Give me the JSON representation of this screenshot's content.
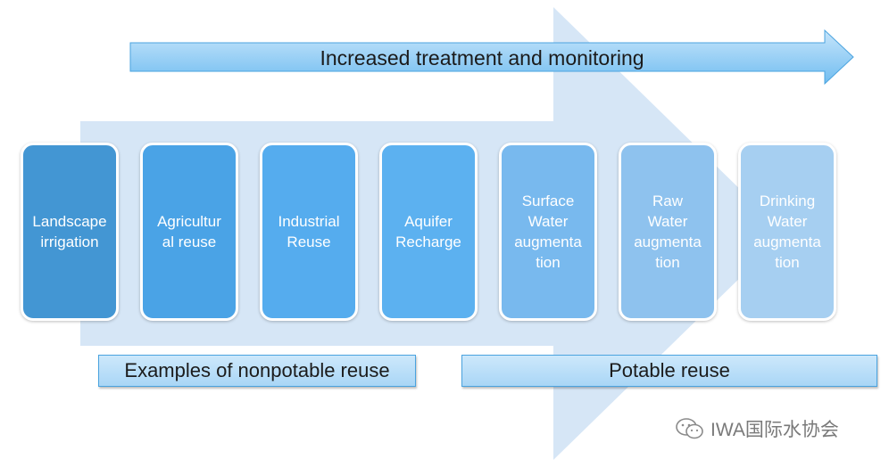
{
  "top_arrow": {
    "label": "Increased treatment and monitoring"
  },
  "steps": [
    {
      "label": "Landscape\nirrigation",
      "color": "#4396d3"
    },
    {
      "label": "Agricultur\nal reuse",
      "color": "#4aa3e6"
    },
    {
      "label": "Industrial\nReuse",
      "color": "#55acee"
    },
    {
      "label": "Aquifer\nRecharge",
      "color": "#5cb1f0"
    },
    {
      "label": "Surface\nWater\naugmenta\ntion",
      "color": "#78b9ee"
    },
    {
      "label": "Raw\nWater\naugmenta\ntion",
      "color": "#8ec2ee"
    },
    {
      "label": "Drinking\nWater\naugmenta\ntion",
      "color": "#a6cff1"
    }
  ],
  "groups": {
    "nonpotable": "Examples of nonpotable reuse",
    "potable": "Potable reuse"
  },
  "watermark": "IWA国际水协会",
  "colors": {
    "big_arrow": "#d6e6f6",
    "top_arrow_light": "#c6e5fb",
    "top_arrow_dark": "#71bdf0"
  }
}
